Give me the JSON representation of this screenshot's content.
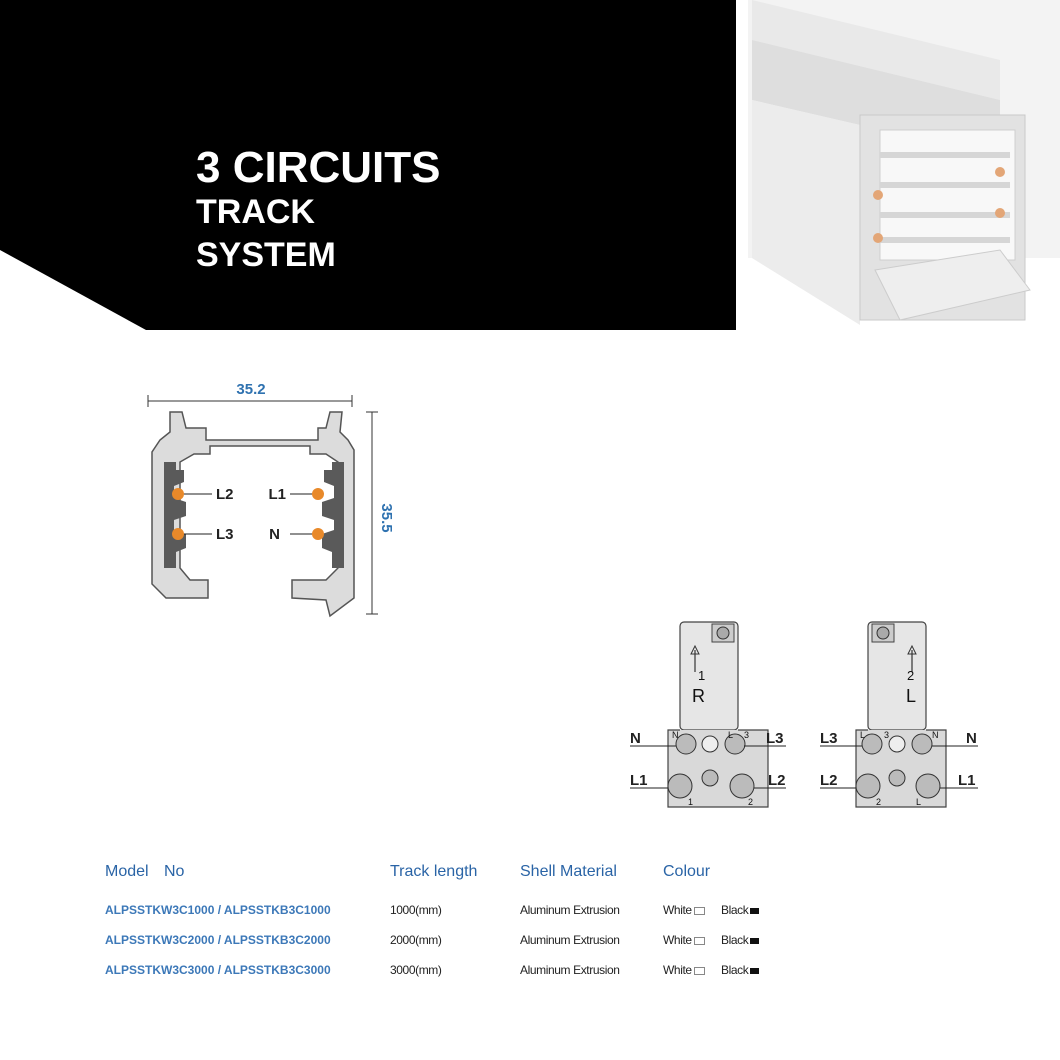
{
  "banner": {
    "title_line1": "3 CIRCUITS",
    "title_line2": "TRACK",
    "title_line3": "SYSTEM"
  },
  "profile_drawing": {
    "width_label": "35.2",
    "height_label": "35.5",
    "left_top_label": "L2",
    "left_bottom_label": "L3",
    "right_top_label": "L1",
    "right_bottom_label": "N"
  },
  "connector_left": {
    "body_text_top": "1",
    "body_text_letter": "R",
    "top_left": "N",
    "top_right": "L3",
    "bottom_left": "L1",
    "bottom_right": "L2",
    "term_a": "N",
    "term_b": "L",
    "term_c": "3",
    "term_d": "1",
    "term_e": "2"
  },
  "connector_right": {
    "body_text_top": "2",
    "body_text_letter": "L",
    "top_left": "L3",
    "top_right": "N",
    "bottom_left": "L2",
    "bottom_right": "L1",
    "term_a": "L",
    "term_b": "3",
    "term_c": "N",
    "term_d": "2",
    "term_e": "L"
  },
  "spec_table": {
    "headers": {
      "model_a": "Model",
      "model_b": "No",
      "length": "Track length",
      "material": "Shell Material",
      "colour": "Colour"
    },
    "rows": [
      {
        "model": "ALPSSTKW3C1000 / ALPSSTKB3C1000",
        "length": "1000(mm)",
        "material": "Aluminum Extrusion",
        "white": "White",
        "black": "Black"
      },
      {
        "model": "ALPSSTKW3C2000 / ALPSSTKB3C2000",
        "length": "2000(mm)",
        "material": "Aluminum Extrusion",
        "white": "White",
        "black": "Black"
      },
      {
        "model": "ALPSSTKW3C3000 / ALPSSTKB3C3000",
        "length": "3000(mm)",
        "material": "Aluminum Extrusion",
        "white": "White",
        "black": "Black"
      }
    ]
  },
  "colors": {
    "banner_bg": "#000000",
    "accent_blue": "#2f72b0",
    "conductor_orange": "#e8892a",
    "profile_fill": "#dcdcdc"
  }
}
